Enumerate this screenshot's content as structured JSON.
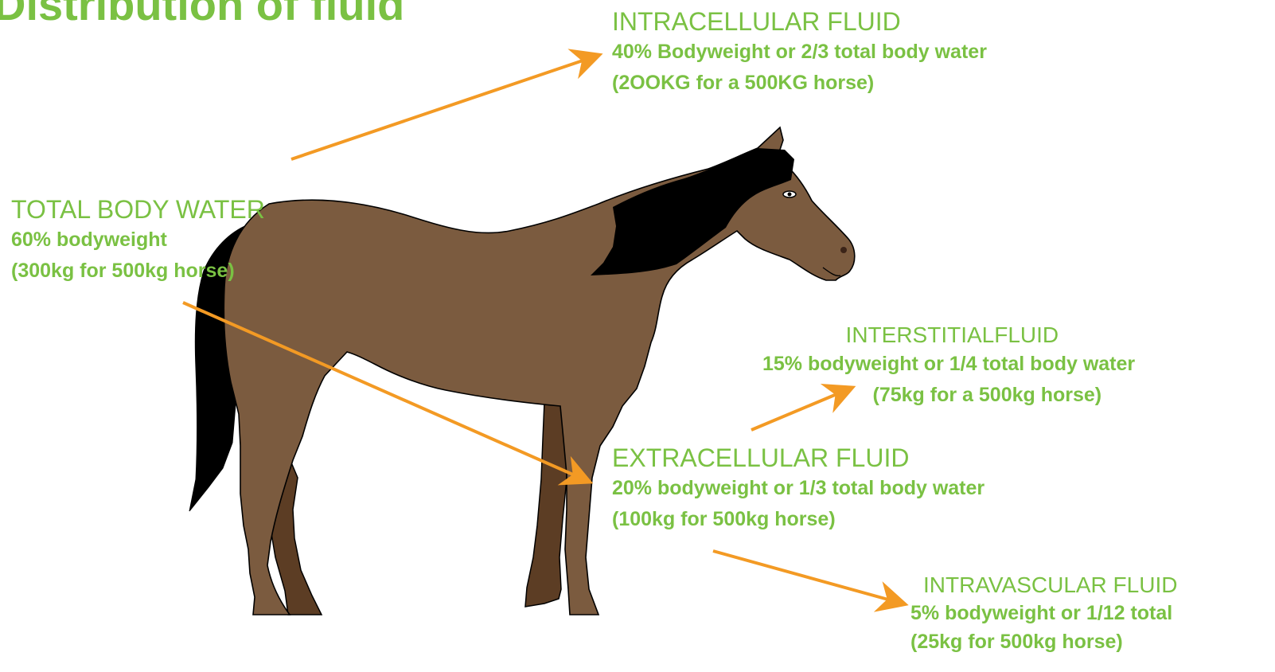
{
  "title": "Distribution of fluid",
  "colors": {
    "label_green": "#7ac143",
    "arrow_orange": "#f39a24",
    "horse_body": "#7b5b3f",
    "horse_far_legs": "#5c3d24",
    "mane_tail": "#000000"
  },
  "labels": {
    "intracellular": {
      "heading": "INTRACELLULAR FLUID",
      "line1": "40% Bodyweight or 2/3 total body water",
      "line2": "(2OOKG for a 500KG horse)"
    },
    "total_body_water": {
      "heading": "TOTAL BODY WATER",
      "line1": "60% bodyweight",
      "line2": "(300kg for 500kg horse)"
    },
    "interstitial": {
      "heading": "INTERSTITIALFLUID",
      "line1": "15% bodyweight or 1/4 total body water",
      "line2": "(75kg for a 500kg horse)"
    },
    "extracellular": {
      "heading": "EXTRACELLULAR FLUID",
      "line1": "20% bodyweight or 1/3 total body water",
      "line2": "(100kg for 500kg horse)"
    },
    "intravascular": {
      "heading": "INTRAVASCULAR FLUID",
      "line1": "5% bodyweight or 1/12 total",
      "line2": "(25kg for 500kg horse)"
    }
  },
  "icons": {
    "horse": "horse-illustration",
    "arrows": "arrow-icon"
  }
}
